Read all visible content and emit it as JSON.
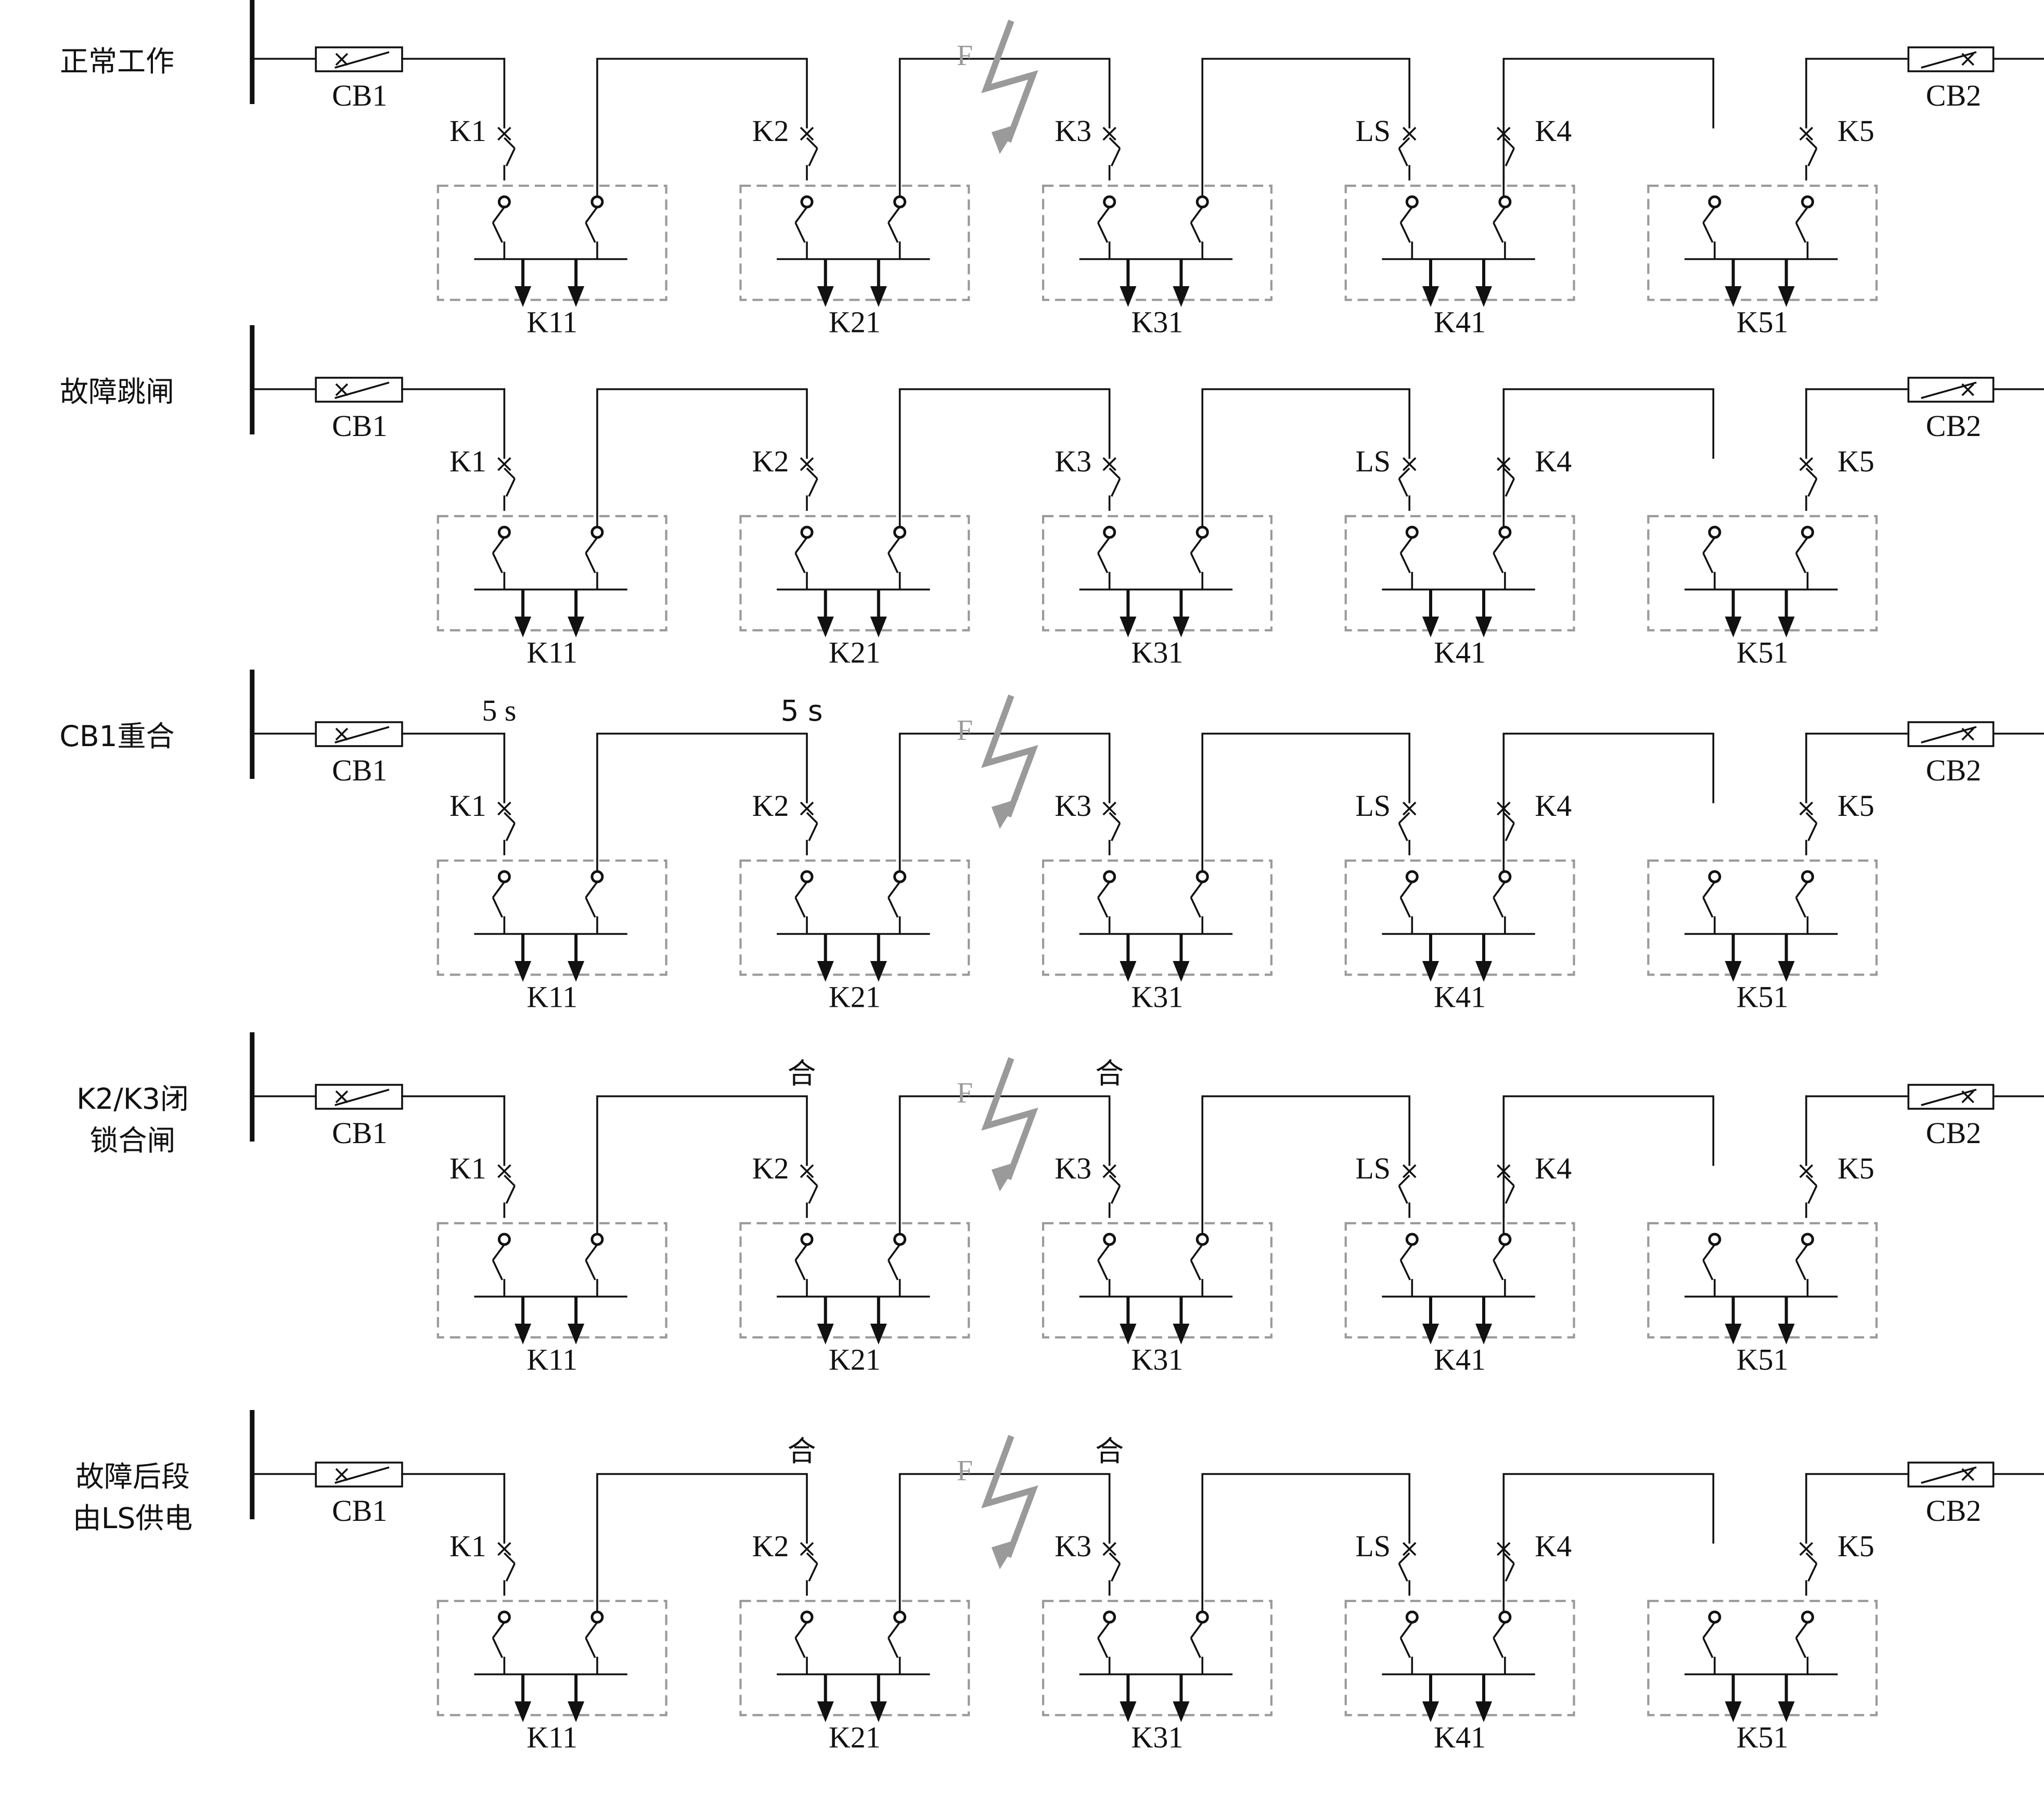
{
  "rows": [
    {
      "stage": [
        "正常工作"
      ],
      "fault": true,
      "cb1": "CB1",
      "cb2": "CB2",
      "switches": [
        "K1",
        "K2",
        "K3",
        "LS",
        "K4",
        "K5"
      ],
      "boxes": [
        "K11",
        "K21",
        "K31",
        "K41",
        "K51"
      ],
      "fault_label": "F",
      "notes": {
        "k1": "",
        "k2": "",
        "k3": ""
      }
    },
    {
      "stage": [
        "故障跳闸"
      ],
      "fault": false,
      "cb1": "CB1",
      "cb2": "CB2",
      "switches": [
        "K1",
        "K2",
        "K3",
        "LS",
        "K4",
        "K5"
      ],
      "boxes": [
        "K11",
        "K21",
        "K31",
        "K41",
        "K51"
      ],
      "fault_label": "",
      "notes": {
        "k1": "",
        "k2": "",
        "k3": ""
      }
    },
    {
      "stage": [
        "CB1重合"
      ],
      "fault": true,
      "cb1": "CB1",
      "cb2": "CB2",
      "switches": [
        "K1",
        "K2",
        "K3",
        "LS",
        "K4",
        "K5"
      ],
      "boxes": [
        "K11",
        "K21",
        "K31",
        "K41",
        "K51"
      ],
      "fault_label": "F",
      "notes": {
        "k1": "5 s",
        "k2": "5 s",
        "k3": ""
      }
    },
    {
      "stage": [
        "K2/K3闭",
        "锁合闸"
      ],
      "fault": true,
      "cb1": "CB1",
      "cb2": "CB2",
      "switches": [
        "K1",
        "K2",
        "K3",
        "LS",
        "K4",
        "K5"
      ],
      "boxes": [
        "K11",
        "K21",
        "K31",
        "K41",
        "K51"
      ],
      "fault_label": "F",
      "notes": {
        "k1": "",
        "k2": "合",
        "k3": "合"
      }
    },
    {
      "stage": [
        "故障后段",
        "由LS供电"
      ],
      "fault": true,
      "cb1": "CB1",
      "cb2": "CB2",
      "switches": [
        "K1",
        "K2",
        "K3",
        "LS",
        "K4",
        "K5"
      ],
      "boxes": [
        "K11",
        "K21",
        "K31",
        "K41",
        "K51"
      ],
      "fault_label": "F",
      "notes": {
        "k1": "",
        "k2": "合",
        "k3": "合"
      }
    }
  ]
}
